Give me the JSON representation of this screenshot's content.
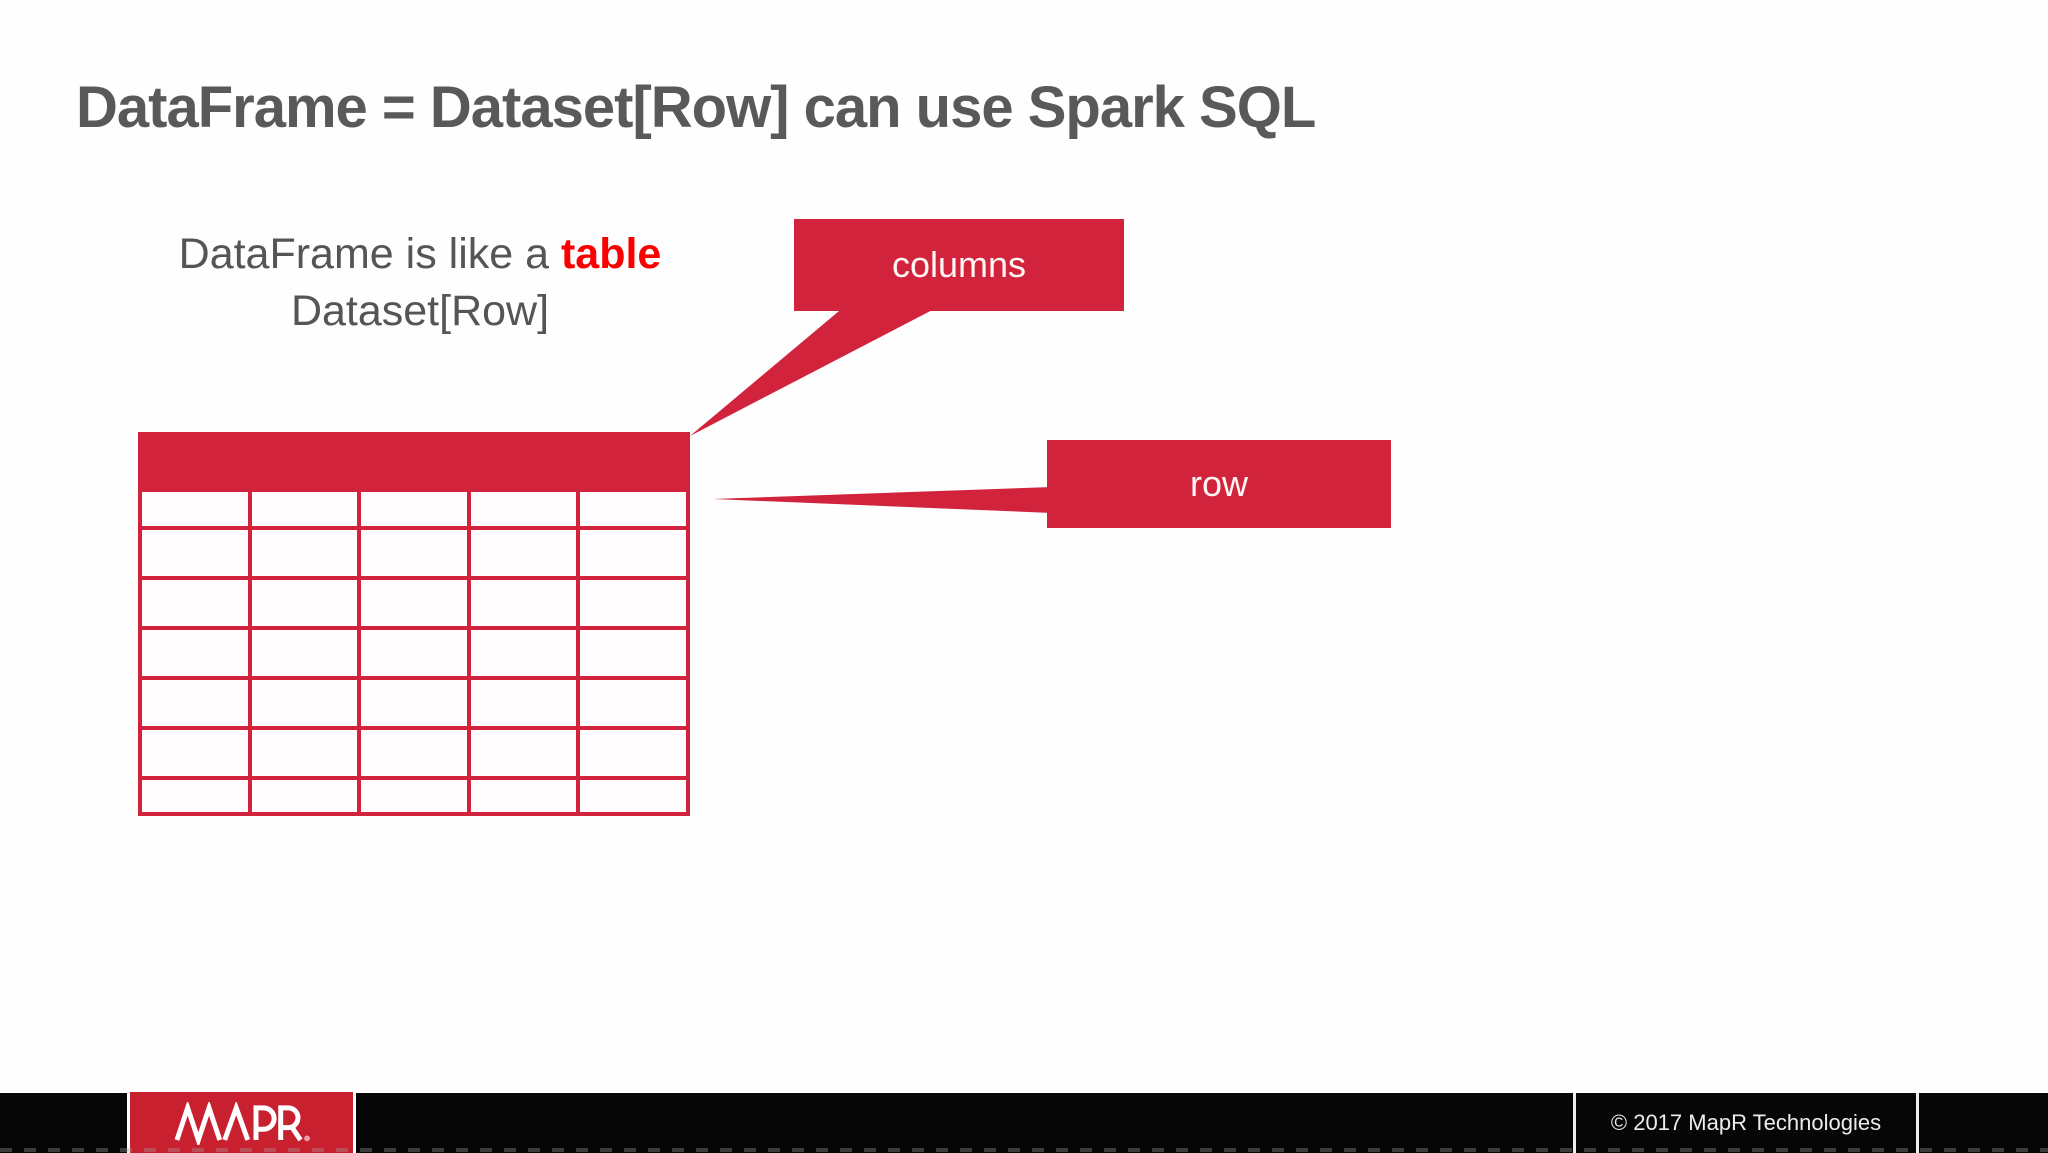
{
  "slide": {
    "title": "DataFrame = Dataset[Row] can use Spark SQL",
    "subtitle": {
      "prefix": "DataFrame is like a ",
      "highlight": "table",
      "line2": "Dataset[Row]"
    },
    "callouts": {
      "columns_label": "columns",
      "row_label": "row"
    },
    "table": {
      "columns": 5,
      "rows": 7
    }
  },
  "footer": {
    "logo_text": "MAPR.",
    "copyright": "© 2017 MapR Technologies"
  },
  "colors": {
    "accent_red": "#d2233c",
    "logo_red": "#c8202f",
    "highlight_red": "#fa0000",
    "title_gray": "#595959",
    "text_gray": "#555557",
    "footer_black": "#060606"
  }
}
